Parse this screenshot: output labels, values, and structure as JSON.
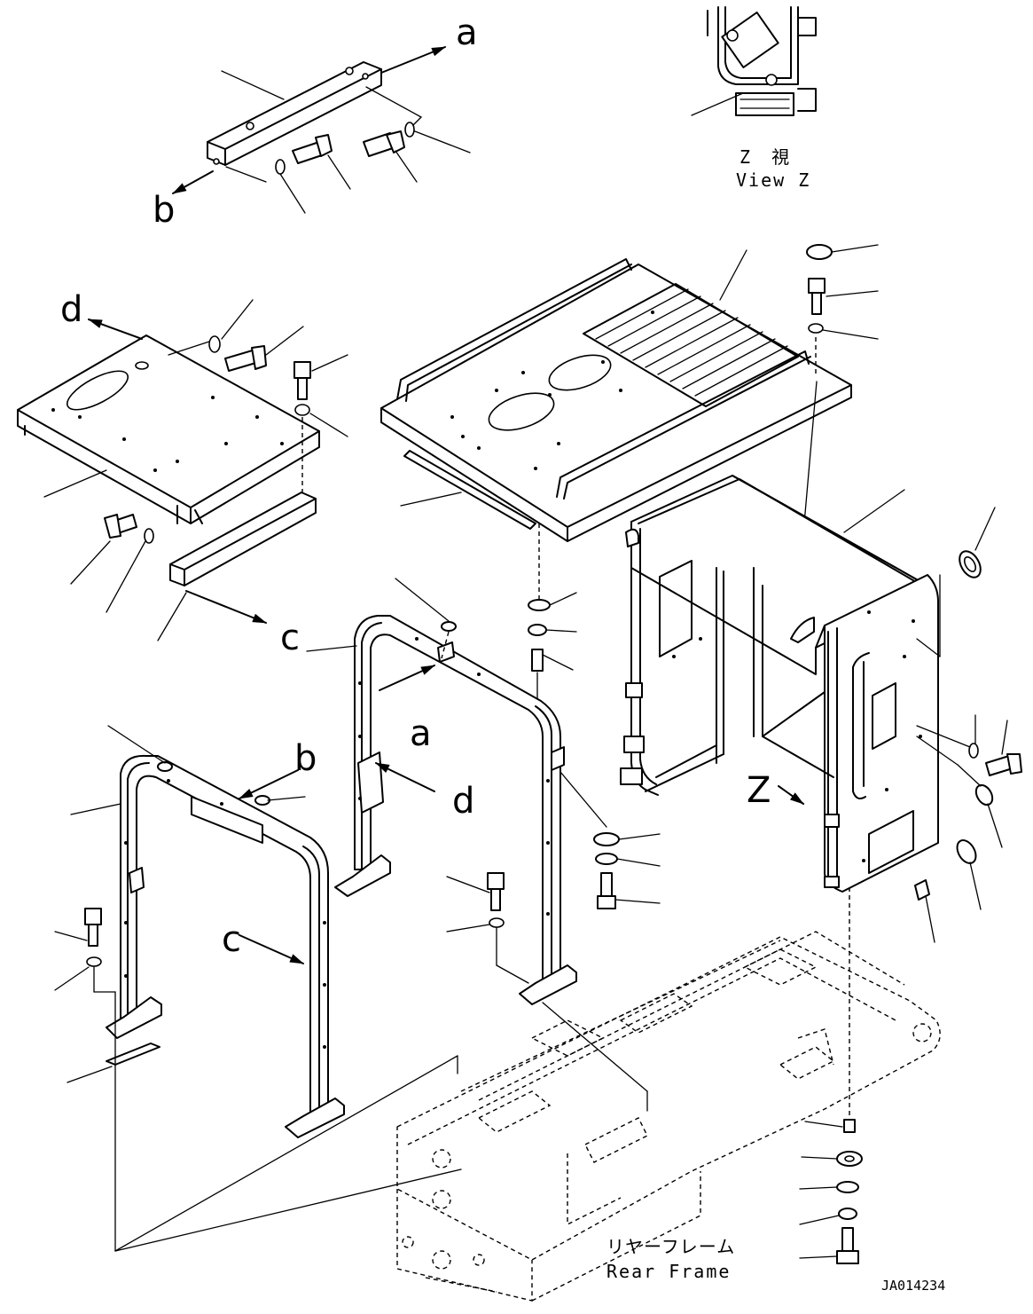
{
  "callouts": {
    "a": "a",
    "b": "b",
    "c": "c",
    "d": "d",
    "z": "Z"
  },
  "view_z": {
    "title_jp": "Z 視",
    "title_en": "View Z"
  },
  "rear_frame": {
    "label_jp": "リヤーフレーム",
    "label_en": "Rear Frame"
  },
  "drawing_id": "JA014234"
}
